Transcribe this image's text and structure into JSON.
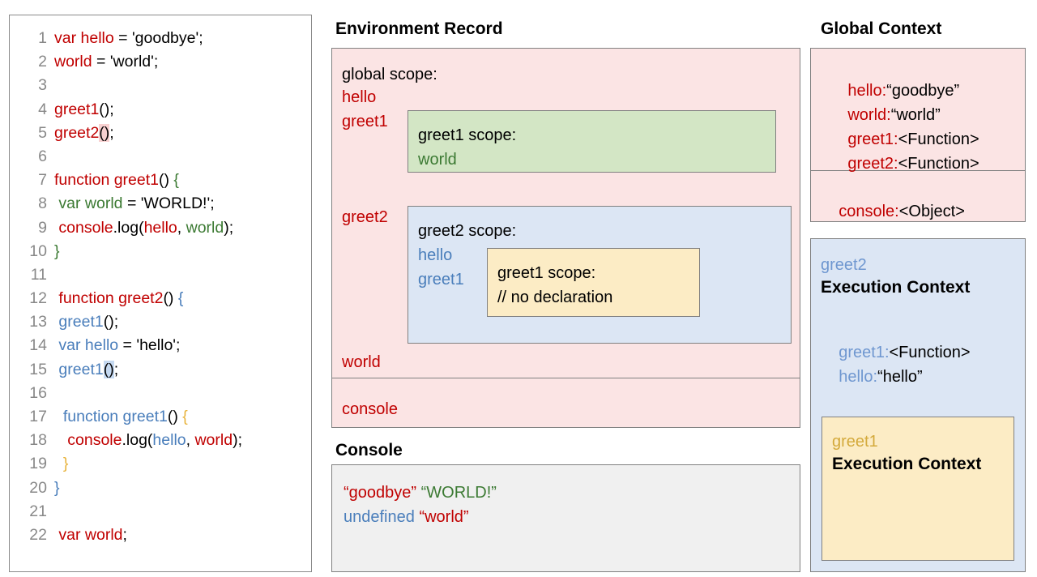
{
  "code_panel": {
    "name": "javascript-source-code",
    "lines": [
      {
        "n": "1",
        "tokens": [
          {
            "t": "var hello",
            "c": "red"
          },
          {
            "t": " = 'goodbye';",
            "c": "black"
          }
        ]
      },
      {
        "n": "2",
        "tokens": [
          {
            "t": "world",
            "c": "red"
          },
          {
            "t": " = 'world';",
            "c": "black"
          }
        ]
      },
      {
        "n": "3",
        "tokens": []
      },
      {
        "n": "4",
        "tokens": [
          {
            "t": "greet1",
            "c": "red"
          },
          {
            "t": "();",
            "c": "black"
          }
        ]
      },
      {
        "n": "5",
        "tokens": [
          {
            "t": "greet2",
            "c": "red"
          },
          {
            "t": "()",
            "c": "black",
            "hl": "pink"
          },
          {
            "t": ";",
            "c": "black"
          }
        ]
      },
      {
        "n": "6",
        "tokens": []
      },
      {
        "n": "7",
        "tokens": [
          {
            "t": "function greet1",
            "c": "red"
          },
          {
            "t": "() ",
            "c": "black"
          },
          {
            "t": "{",
            "c": "green"
          }
        ]
      },
      {
        "n": "8",
        "tokens": [
          {
            "t": " ",
            "c": "black"
          },
          {
            "t": "var world",
            "c": "green"
          },
          {
            "t": " = 'WORLD!';",
            "c": "black"
          }
        ]
      },
      {
        "n": "9",
        "tokens": [
          {
            "t": " ",
            "c": "black"
          },
          {
            "t": "console",
            "c": "red"
          },
          {
            "t": ".log(",
            "c": "black"
          },
          {
            "t": "hello",
            "c": "red"
          },
          {
            "t": ", ",
            "c": "black"
          },
          {
            "t": "world",
            "c": "green"
          },
          {
            "t": ");",
            "c": "black"
          }
        ]
      },
      {
        "n": "10",
        "tokens": [
          {
            "t": "}",
            "c": "green"
          }
        ]
      },
      {
        "n": "11",
        "tokens": []
      },
      {
        "n": "12",
        "tokens": [
          {
            "t": " function greet2",
            "c": "red"
          },
          {
            "t": "() ",
            "c": "black"
          },
          {
            "t": "{",
            "c": "blue"
          }
        ]
      },
      {
        "n": "13",
        "tokens": [
          {
            "t": " ",
            "c": "black"
          },
          {
            "t": "greet1",
            "c": "blue"
          },
          {
            "t": "();",
            "c": "black"
          }
        ]
      },
      {
        "n": "14",
        "tokens": [
          {
            "t": " ",
            "c": "black"
          },
          {
            "t": "var hello",
            "c": "blue"
          },
          {
            "t": " = 'hello';",
            "c": "black"
          }
        ]
      },
      {
        "n": "15",
        "tokens": [
          {
            "t": " ",
            "c": "black"
          },
          {
            "t": "greet1",
            "c": "blue"
          },
          {
            "t": "()",
            "c": "black",
            "hl": "blue"
          },
          {
            "t": ";",
            "c": "black"
          }
        ]
      },
      {
        "n": "16",
        "tokens": []
      },
      {
        "n": "17",
        "tokens": [
          {
            "t": "  ",
            "c": "black"
          },
          {
            "t": "function greet1",
            "c": "blue"
          },
          {
            "t": "() ",
            "c": "black"
          },
          {
            "t": "{",
            "c": "gold"
          }
        ]
      },
      {
        "n": "18",
        "tokens": [
          {
            "t": "   ",
            "c": "black"
          },
          {
            "t": "console",
            "c": "red"
          },
          {
            "t": ".log(",
            "c": "black"
          },
          {
            "t": "hello",
            "c": "blue"
          },
          {
            "t": ", ",
            "c": "black"
          },
          {
            "t": "world",
            "c": "red"
          },
          {
            "t": ");",
            "c": "black"
          }
        ]
      },
      {
        "n": "19",
        "tokens": [
          {
            "t": "  ",
            "c": "black"
          },
          {
            "t": "}",
            "c": "gold"
          }
        ]
      },
      {
        "n": "20",
        "tokens": [
          {
            "t": "}",
            "c": "blue"
          }
        ]
      },
      {
        "n": "21",
        "tokens": []
      },
      {
        "n": "22",
        "tokens": [
          {
            "t": " ",
            "c": "black"
          },
          {
            "t": "var world",
            "c": "red"
          },
          {
            "t": ";",
            "c": "black"
          }
        ]
      }
    ]
  },
  "environment_record": {
    "title": "Environment Record",
    "global_scope_label": "global scope:",
    "global_bindings_top": [
      "hello",
      "greet1"
    ],
    "global_binding_greet2": "greet2",
    "global_binding_world": "world",
    "console_binding": "console",
    "greet1_scope": {
      "header": "greet1 scope:",
      "bindings": [
        "world"
      ]
    },
    "greet2_scope": {
      "header": "greet2 scope:",
      "bindings": [
        "hello",
        "greet1"
      ],
      "nested_greet1_scope": {
        "header": "greet1 scope:",
        "comment": "// no declaration"
      }
    }
  },
  "console_panel": {
    "title": "Console",
    "lines": [
      [
        {
          "t": "“goodbye”",
          "c": "red"
        },
        {
          "t": " ",
          "c": "black"
        },
        {
          "t": "“WORLD!”",
          "c": "green"
        }
      ],
      [
        {
          "t": "undefined",
          "c": "blue"
        },
        {
          "t": " ",
          "c": "black"
        },
        {
          "t": "“world”",
          "c": "red"
        }
      ]
    ]
  },
  "global_context": {
    "title": "Global Context",
    "vars": [
      {
        "key": "hello:",
        "value": "“goodbye”"
      },
      {
        "key": "world:",
        "value": "“world”"
      },
      {
        "key": "greet1:",
        "value": "<Function>"
      },
      {
        "key": "greet2:",
        "value": "<Function>"
      }
    ],
    "object_ref": {
      "key": "console:",
      "value": "<Object>"
    }
  },
  "greet2_execution_context": {
    "name": "greet2",
    "heading": "Execution Context",
    "vars": [
      {
        "key": "greet1:",
        "value": "<Function>"
      },
      {
        "key": "hello:",
        "value": "“hello”"
      }
    ],
    "nested": {
      "name": "greet1",
      "heading": "Execution Context"
    }
  },
  "colors": {
    "red": "#c00000",
    "green": "#3c7a33",
    "blue": "#4a7ebb",
    "gold": "#e8b33c",
    "pink_fill": "#fbe4e4",
    "green_fill": "#d3e6c5",
    "blue_fill": "#dce6f4",
    "yellow_fill": "#fcecc5",
    "console_fill": "#f0f0f0",
    "border": "#808080"
  }
}
